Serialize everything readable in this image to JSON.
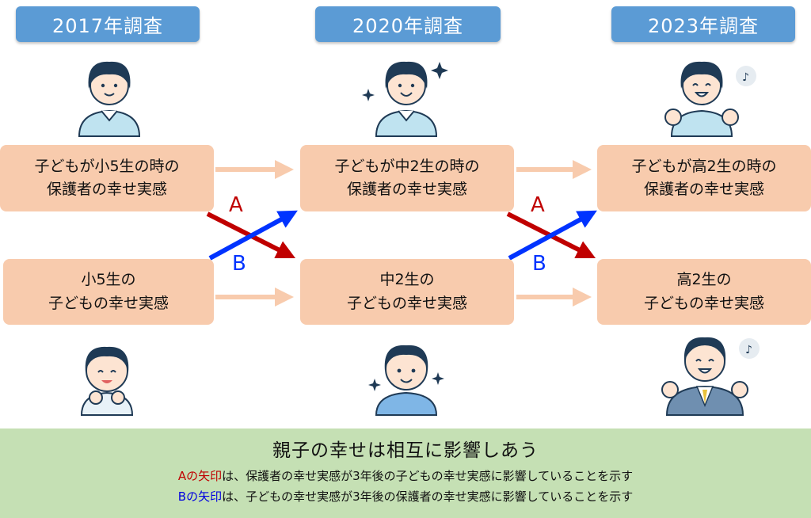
{
  "surveys": [
    {
      "year": "2017年調査"
    },
    {
      "year": "2020年調査"
    },
    {
      "year": "2023年調査"
    }
  ],
  "parent_boxes": [
    {
      "line1": "子どもが小5生の時の",
      "line2": "保護者の幸せ実感"
    },
    {
      "line1": "子どもが中2生の時の",
      "line2": "保護者の幸せ実感"
    },
    {
      "line1": "子どもが高2生の時の",
      "line2": "保護者の幸せ実感"
    }
  ],
  "child_boxes": [
    {
      "line1": "小5生の",
      "line2": "子どもの幸せ実感"
    },
    {
      "line1": "中2生の",
      "line2": "子どもの幸せ実感"
    },
    {
      "line1": "高2生の",
      "line2": "子どもの幸せ実感"
    }
  ],
  "arrow_labels": {
    "a": "A",
    "b": "B"
  },
  "colors": {
    "tab": "#5b9bd5",
    "box": "#f8cbad",
    "flow_arrow": "#f8cbad",
    "arrow_a": "#c00000",
    "arrow_b": "#0033ff",
    "panel": "#c5e0b4"
  },
  "summary": {
    "title": "親子の幸せは相互に影響しあう",
    "note_a_key": "Aの矢印",
    "note_a_text": "は、保護者の幸せ実感が3年後の子どもの幸せ実感に影響していることを示す",
    "note_b_key": "Bの矢印",
    "note_b_text": "は、子どもの幸せ実感が3年後の保護者の幸せ実感に影響していることを示す"
  }
}
